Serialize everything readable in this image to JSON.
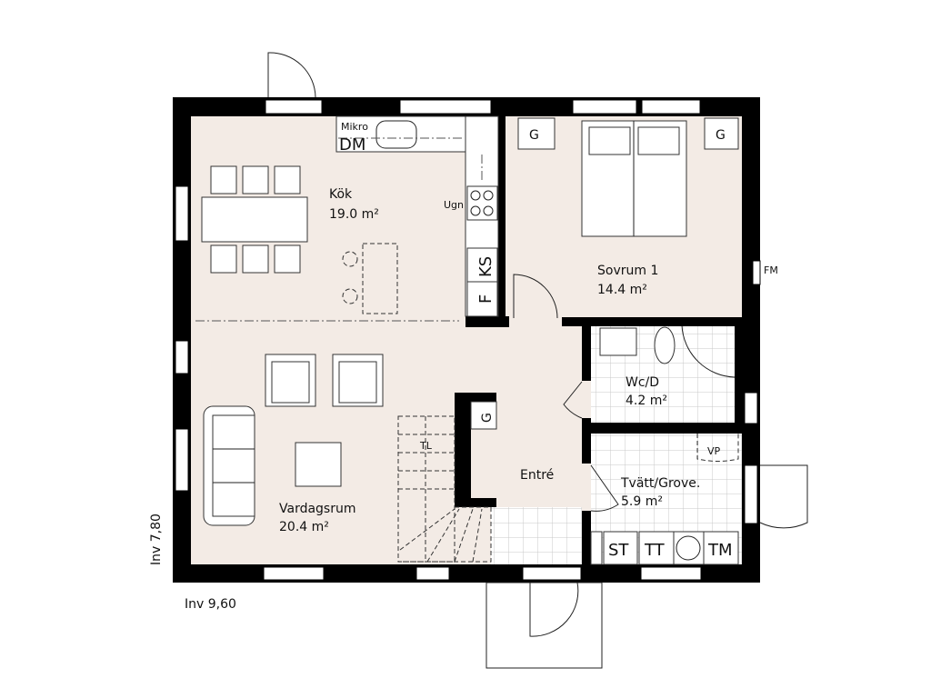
{
  "plan": {
    "dimension_height": "Inv 7,80",
    "dimension_width": "Inv 9,60",
    "colors": {
      "floor": "#f3ebe5",
      "wall": "#000000",
      "tile_line": "#c8c8c8"
    }
  },
  "rooms": {
    "kitchen": {
      "name": "Kök",
      "area": "19.0 m²"
    },
    "bedroom": {
      "name": "Sovrum 1",
      "area": "14.4 m²"
    },
    "wc": {
      "name": "Wc/D",
      "area": "4.2 m²"
    },
    "entry": {
      "name": "Entré"
    },
    "laundry": {
      "name": "Tvätt/Grove.",
      "area": "5.9 m²"
    },
    "living": {
      "name": "Vardagsrum",
      "area": "20.4 m²"
    }
  },
  "labels": {
    "mikro": "Mikro",
    "dm": "DM",
    "ugn": "Ugn",
    "ks": "KS",
    "f": "F",
    "g": "G",
    "fm": "FM",
    "vp": "VP",
    "tl": "TL",
    "st": "ST",
    "tt": "TT",
    "tm": "TM"
  }
}
